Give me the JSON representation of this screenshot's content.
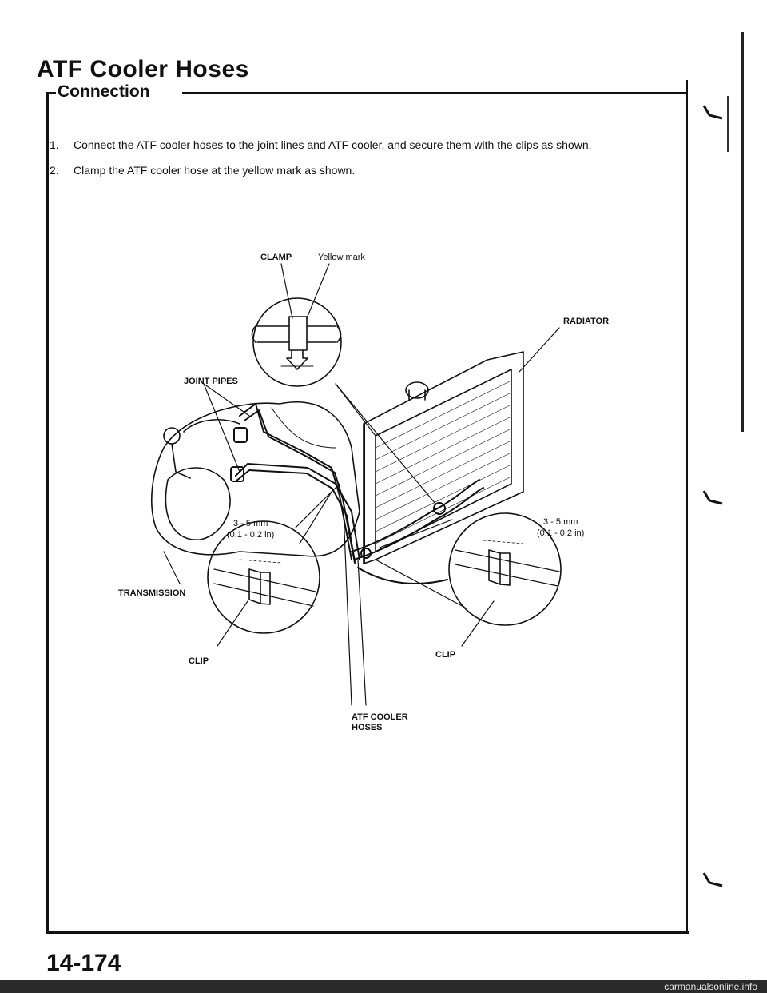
{
  "page": {
    "title": "ATF Cooler Hoses",
    "section": "Connection",
    "page_number": "14-174",
    "watermark": "carmanualsonline.info"
  },
  "steps": [
    {
      "number": "1.",
      "text": "Connect the ATF cooler hoses to the joint lines and ATF cooler, and secure them with the clips as shown."
    },
    {
      "number": "2.",
      "text": "Clamp the ATF cooler hose at the yellow mark as shown."
    }
  ],
  "diagram": {
    "labels": {
      "clamp": "CLAMP",
      "yellow_mark": "Yellow mark",
      "radiator": "RADIATOR",
      "joint_pipes": "JOINT PIPES",
      "transmission": "TRANSMISSION",
      "clip_left": "CLIP",
      "clip_right": "CLIP",
      "hoses_line1": "ATF COOLER",
      "hoses_line2": "HOSES",
      "dim_left_mm": "3 - 5 mm",
      "dim_left_in": "(0.1 - 0.2 in)",
      "dim_right_mm": "3 - 5 mm",
      "dim_right_in": "(0.1 - 0.2 in)"
    }
  }
}
